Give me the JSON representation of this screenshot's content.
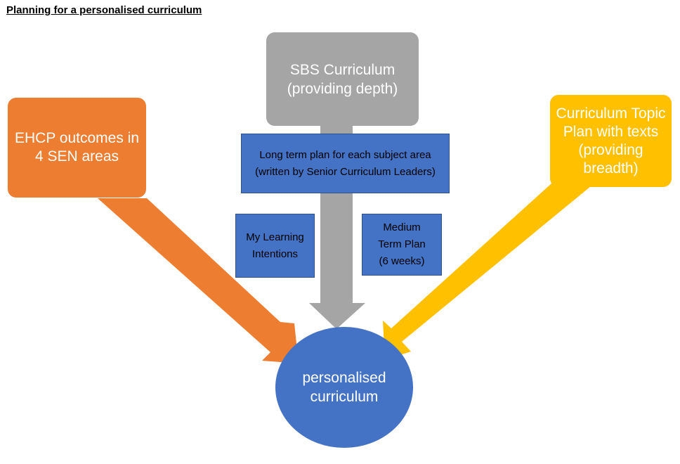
{
  "title": "Planning for a personalised curriculum",
  "nodes": {
    "sbs": {
      "line1": "SBS Curriculum",
      "line2": "(providing depth)"
    },
    "ehcp": {
      "text": "EHCP outcomes in 4 SEN areas"
    },
    "topic": {
      "text": "Curriculum Topic Plan with texts (providing breadth)"
    },
    "long_term": {
      "text": "Long term plan for each subject area (written by Senior Curriculum Leaders)"
    },
    "learning_intentions": {
      "text": "My Learning Intentions"
    },
    "medium_term": {
      "line1": "Medium",
      "line2": "Term Plan",
      "line3": "(6 weeks)"
    },
    "centre": {
      "line1": "personalised",
      "line2": "curriculum"
    }
  },
  "colors": {
    "grey": "#a5a5a5",
    "orange": "#ed7d31",
    "yellow": "#ffc000",
    "blue": "#4472c4"
  }
}
